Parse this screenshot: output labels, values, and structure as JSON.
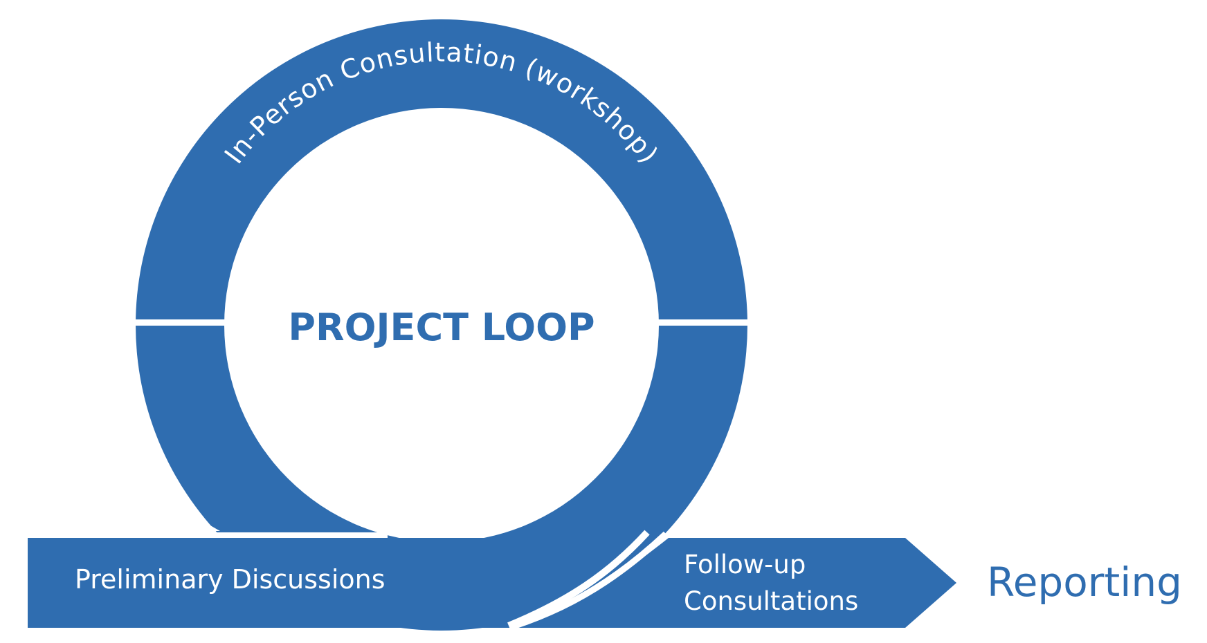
{
  "colors": {
    "primary": "#2f6db0",
    "background": "#ffffff",
    "text_light": "#ffffff"
  },
  "diagram": {
    "center_title": "PROJECT LOOP",
    "arc_label": "In-Person Consultation (workshop)",
    "preliminary": "Preliminary Discussions",
    "followup_line1": "Follow-up",
    "followup_line2": "Consultations",
    "reporting": "Reporting"
  }
}
